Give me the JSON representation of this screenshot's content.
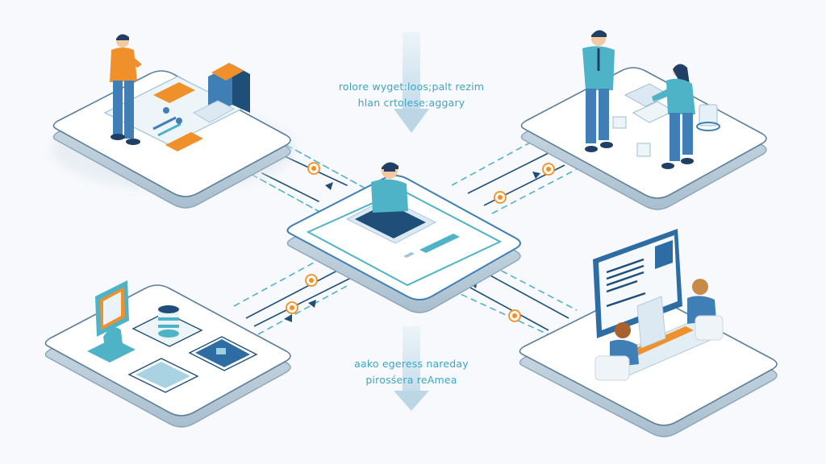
{
  "colors": {
    "background": "#f7f9fc",
    "platform_top": "#ffffff",
    "platform_side": "#c9d6e0",
    "platform_edge": "#5d7f99",
    "navy": "#1f4e79",
    "teal": "#4fb3c8",
    "blue": "#3f7fb5",
    "orange": "#f0902a",
    "label_text": "#3aa6c4",
    "arrow": "#c4dcea"
  },
  "labels": {
    "top": {
      "line1": "rolore wyget:loos;palt rezim",
      "line2": "hlan crtolese:aggary"
    },
    "bottom": {
      "line1": "aako egeress nareday",
      "line2": "pirosśera reAmea"
    }
  },
  "nodes": {
    "center": {
      "name": "central-hub",
      "description": "person working at a tablet on central platform"
    },
    "top_left": {
      "name": "analysis-station",
      "description": "person in orange sweater beside forms and machine"
    },
    "top_right": {
      "name": "collaboration-station",
      "description": "two people discussing over equipment"
    },
    "bottom_left": {
      "name": "data-station",
      "description": "monitor, database cylinder and document cards"
    },
    "bottom_right": {
      "name": "presentation-station",
      "description": "two people seated before large screen"
    }
  },
  "connectors": {
    "badges": [
      {
        "id": "tl",
        "icon": "heart-badge"
      },
      {
        "id": "tr1",
        "icon": "lock-badge"
      },
      {
        "id": "tr2",
        "icon": "flame-badge"
      },
      {
        "id": "bl1",
        "icon": "circle-badge"
      },
      {
        "id": "bl2",
        "icon": "refresh-badge"
      },
      {
        "id": "br",
        "icon": "key-badge"
      }
    ]
  }
}
